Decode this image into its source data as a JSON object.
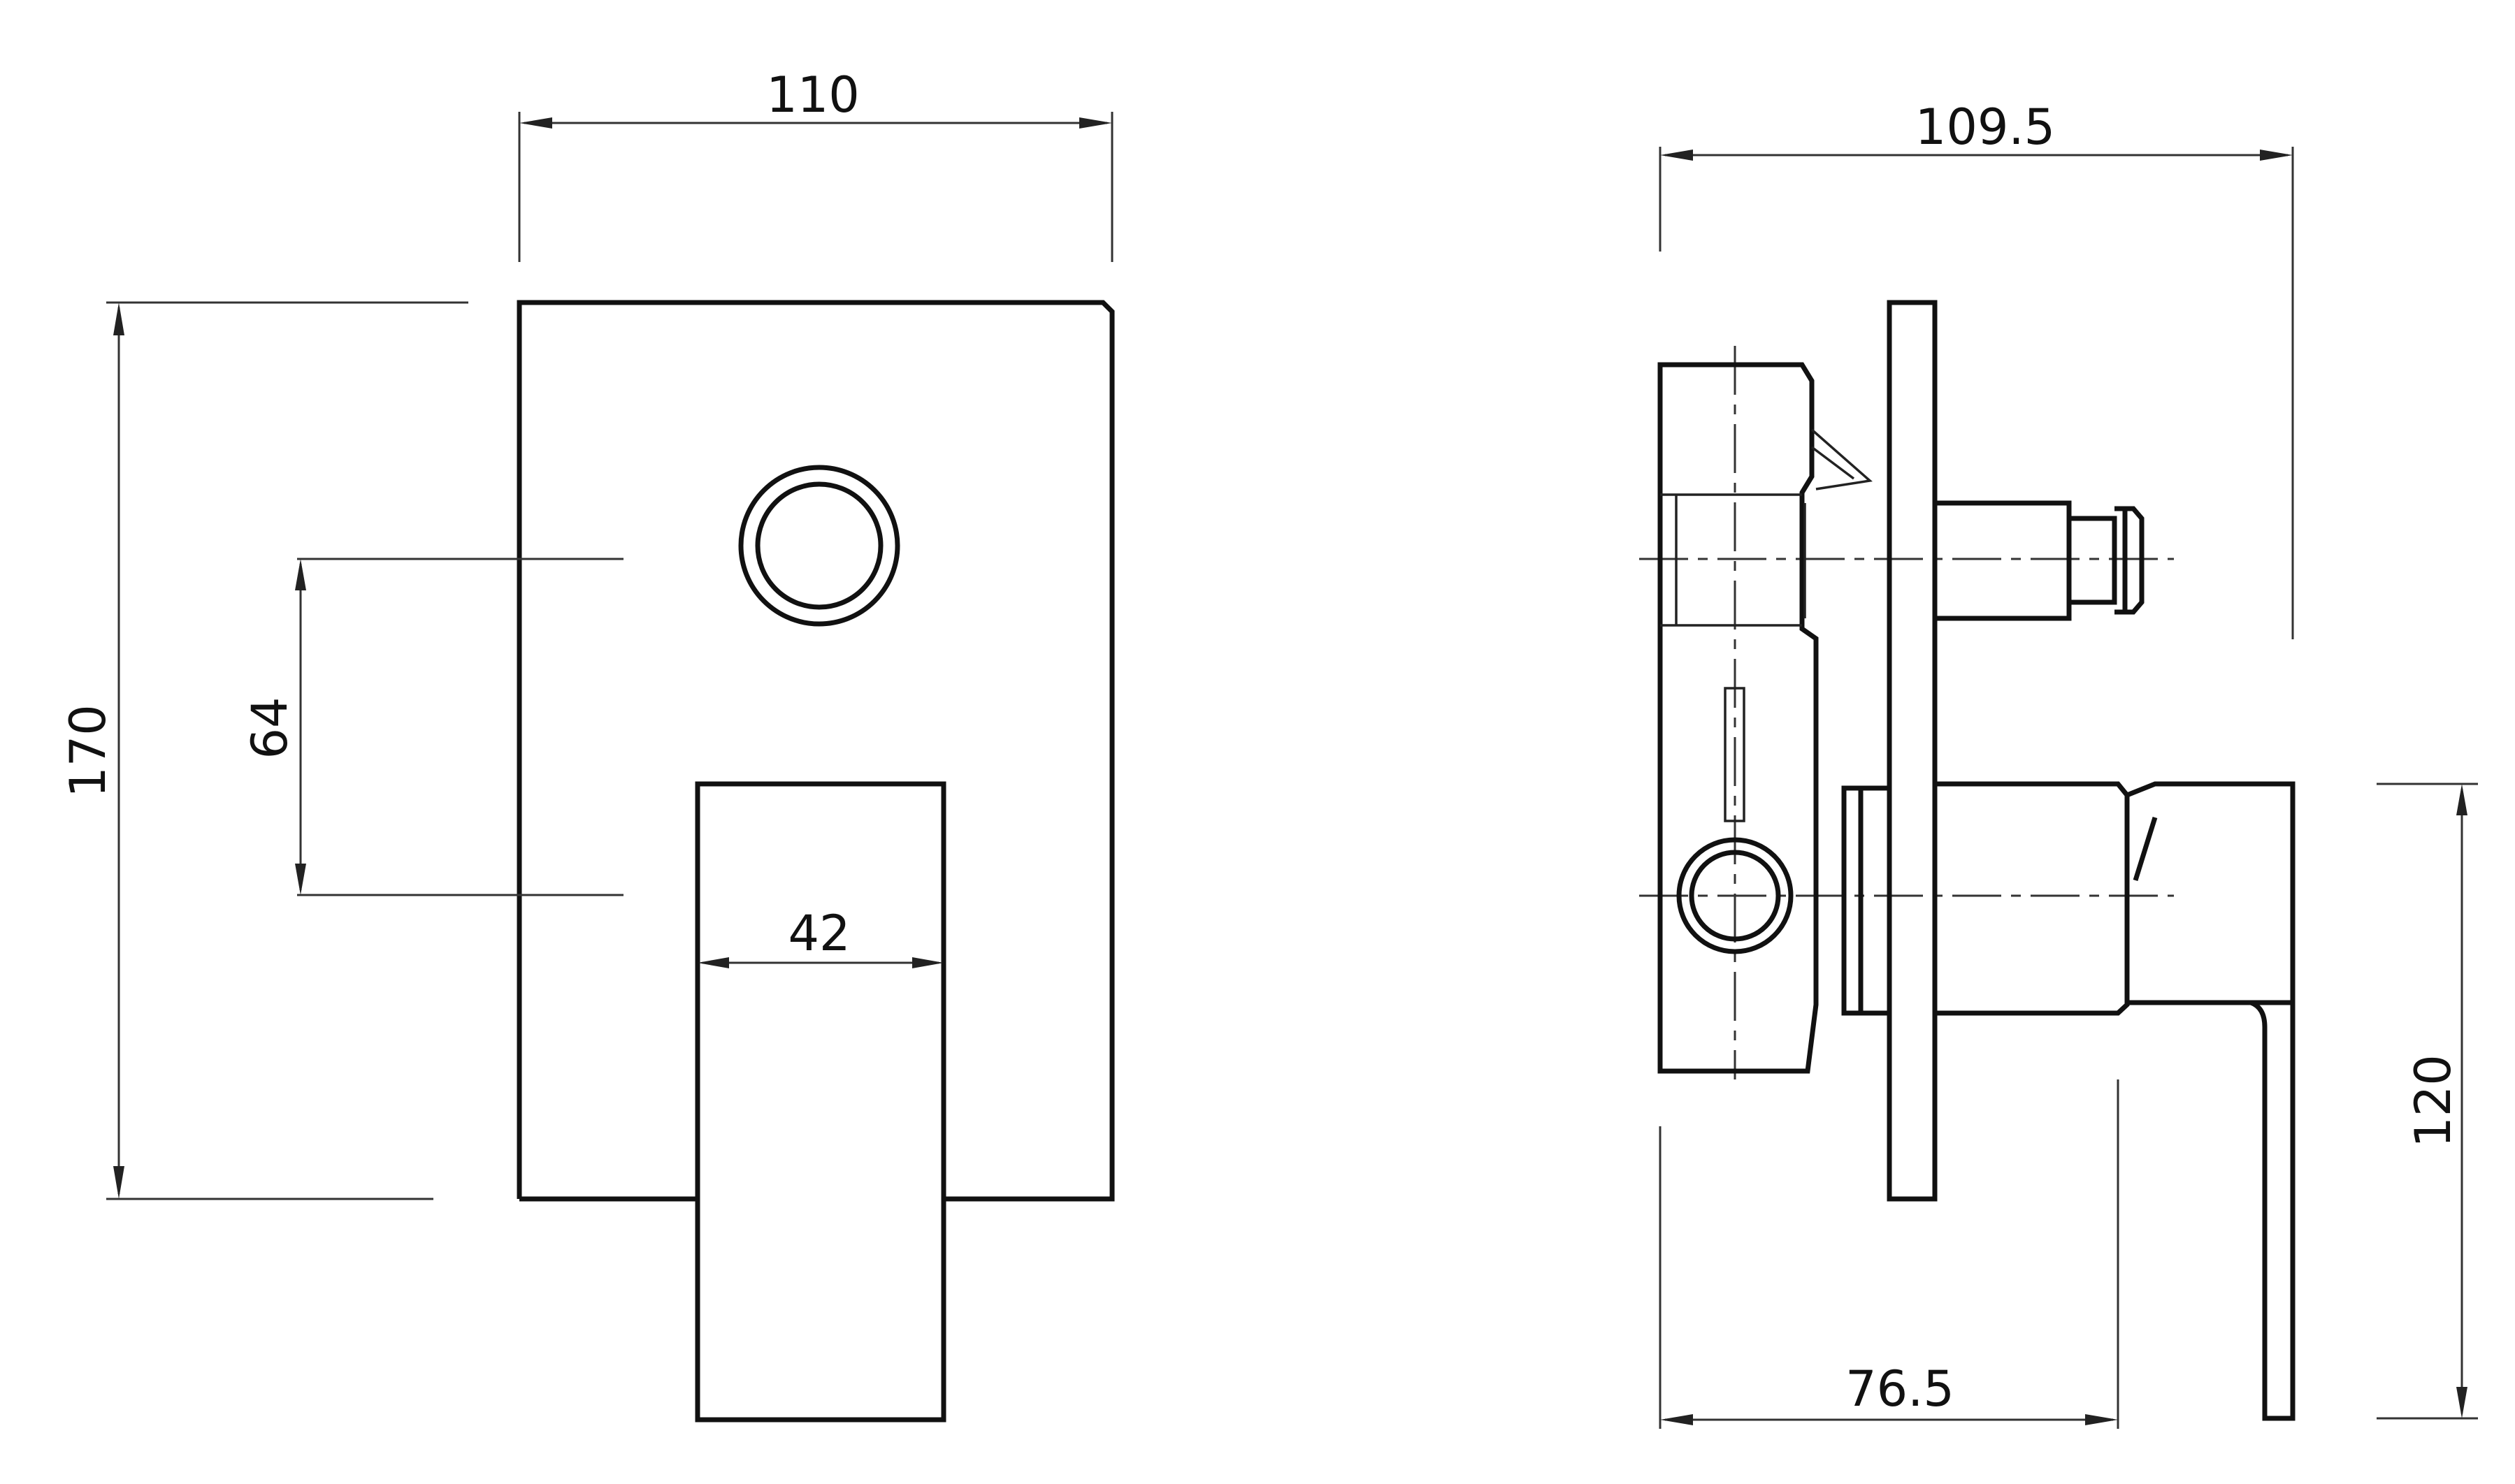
{
  "front_view": {
    "width_label": "110",
    "height_label": "170",
    "spacing_label": "64",
    "handle_width_label": "42"
  },
  "side_view": {
    "depth_label": "109.5",
    "body_depth_label": "76.5",
    "handle_drop_label": "120"
  }
}
